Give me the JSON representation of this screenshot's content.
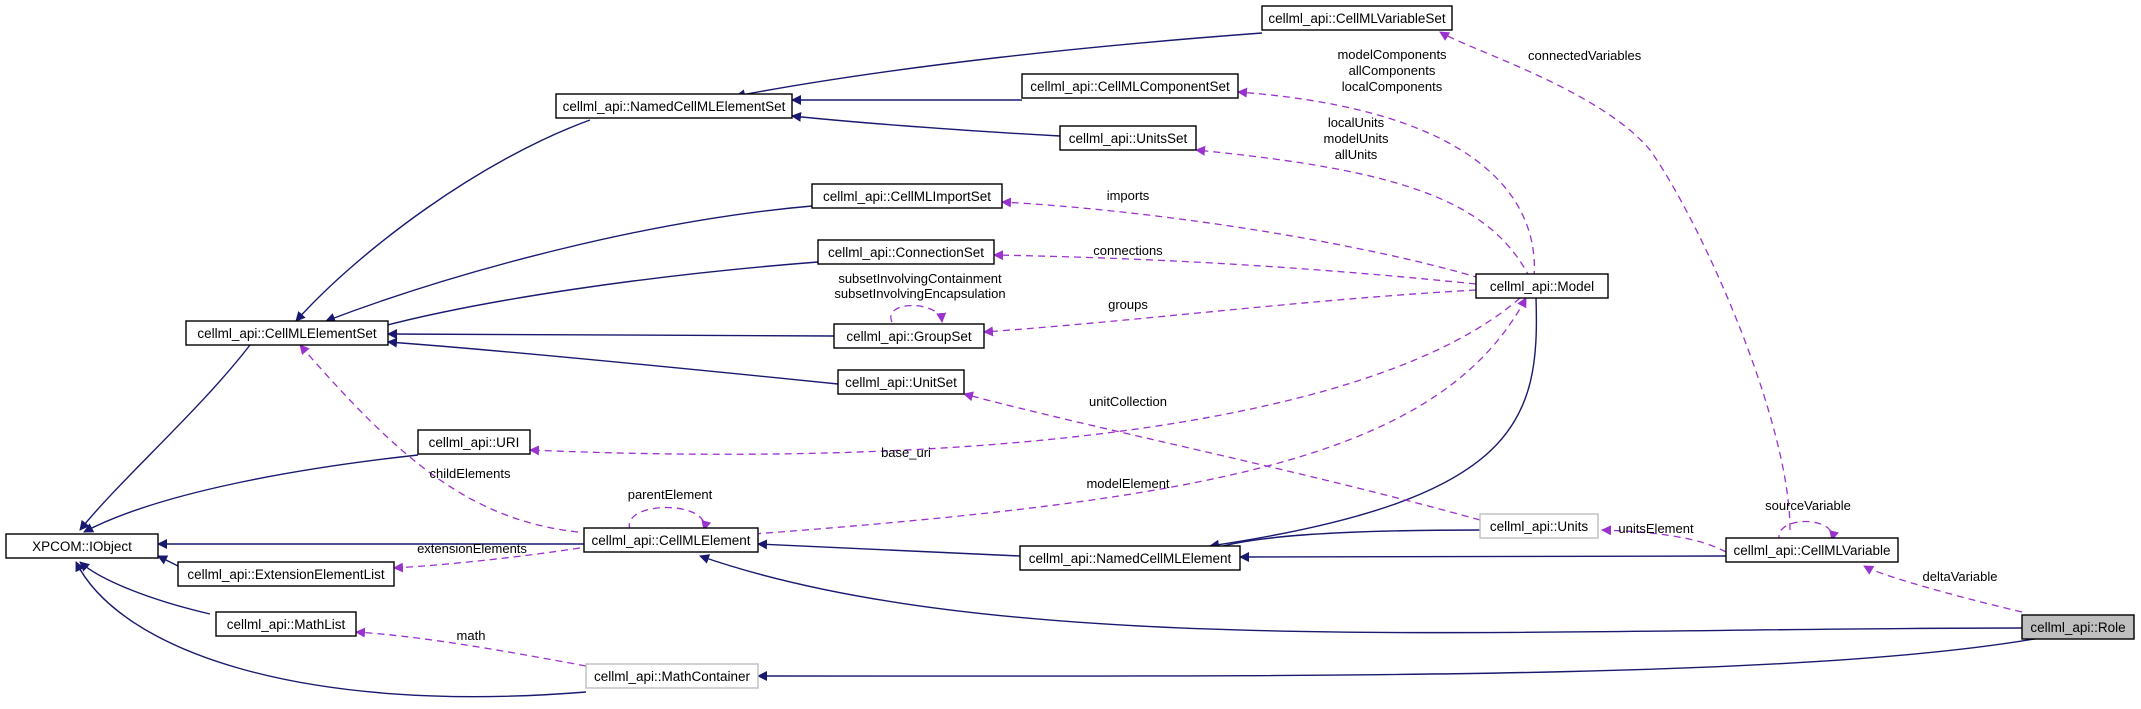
{
  "nodes": {
    "ixpcom": "XPCOM::IObject",
    "cellml_element_set": "cellml_api::CellMLElementSet",
    "named_cellml_element_set": "cellml_api::NamedCellMLElementSet",
    "cellml_variable_set": "cellml_api::CellMLVariableSet",
    "cellml_component_set": "cellml_api::CellMLComponentSet",
    "units_set": "cellml_api::UnitsSet",
    "cellml_import_set": "cellml_api::CellMLImportSet",
    "connection_set": "cellml_api::ConnectionSet",
    "group_set": "cellml_api::GroupSet",
    "unit_set": "cellml_api::UnitSet",
    "uri": "cellml_api::URI",
    "cellml_element": "cellml_api::CellMLElement",
    "extension_element_list": "cellml_api::ExtensionElementList",
    "math_list": "cellml_api::MathList",
    "math_container": "cellml_api::MathContainer",
    "named_cellml_element": "cellml_api::NamedCellMLElement",
    "model": "cellml_api::Model",
    "units": "cellml_api::Units",
    "cellml_variable": "cellml_api::CellMLVariable",
    "role": "cellml_api::Role"
  },
  "edge_labels": {
    "connected_variables": "connectedVariables",
    "model_components": "modelComponents",
    "all_components": "allComponents",
    "local_components": "localComponents",
    "local_units": "localUnits",
    "model_units": "modelUnits",
    "all_units": "allUnits",
    "imports": "imports",
    "connections": "connections",
    "subset_containment": "subsetInvolvingContainment",
    "subset_encapsulation": "subsetInvolvingEncapsulation",
    "groups": "groups",
    "unit_collection": "unitCollection",
    "base_uri": "base_uri",
    "child_elements": "childElements",
    "parent_element": "parentElement",
    "model_element": "modelElement",
    "extension_elements": "extensionElements",
    "units_element": "unitsElement",
    "source_variable": "sourceVariable",
    "delta_variable": "deltaVariable",
    "math": "math"
  },
  "colors": {
    "inheritance": "#191970",
    "usage": "#9a32cd",
    "undocumented_border": "#bfbfbf",
    "selected_fill": "#bfbfbf"
  }
}
